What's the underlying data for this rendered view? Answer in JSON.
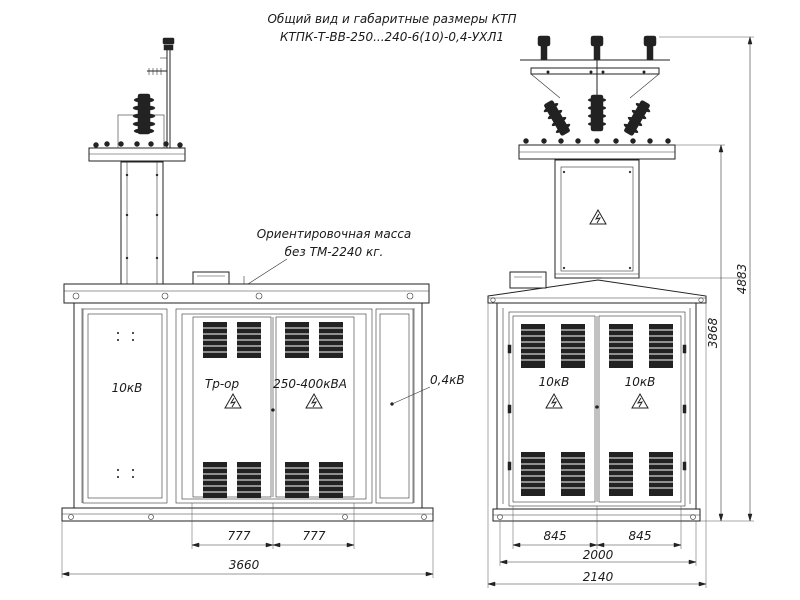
{
  "title": {
    "line1": "Общий вид и габаритные размеры КТП",
    "line2": "КТПК-Т-ВВ-250...240-6(10)-0,4-УХЛ1"
  },
  "mass_note": {
    "line1": "Ориентировочная масса",
    "line2": "без ТМ-2240 кг."
  },
  "front_view": {
    "left_panel_label": "10кВ",
    "transformer_label": "Тр-ор",
    "power_range": "250-400кВА",
    "lv_label": "0,4кВ",
    "dim_left_door": "777",
    "dim_right_door": "777",
    "dim_total_width": "3660"
  },
  "side_view": {
    "left_door_label": "10кВ",
    "right_door_label": "10кВ",
    "dim_left_door": "845",
    "dim_right_door": "845",
    "dim_body_width": "2000",
    "dim_total_width": "2140",
    "dim_body_height": "3868",
    "dim_total_height": "4883"
  },
  "icons": {
    "warning": "high-voltage-warning-icon",
    "insulator": "insulator-icon"
  }
}
